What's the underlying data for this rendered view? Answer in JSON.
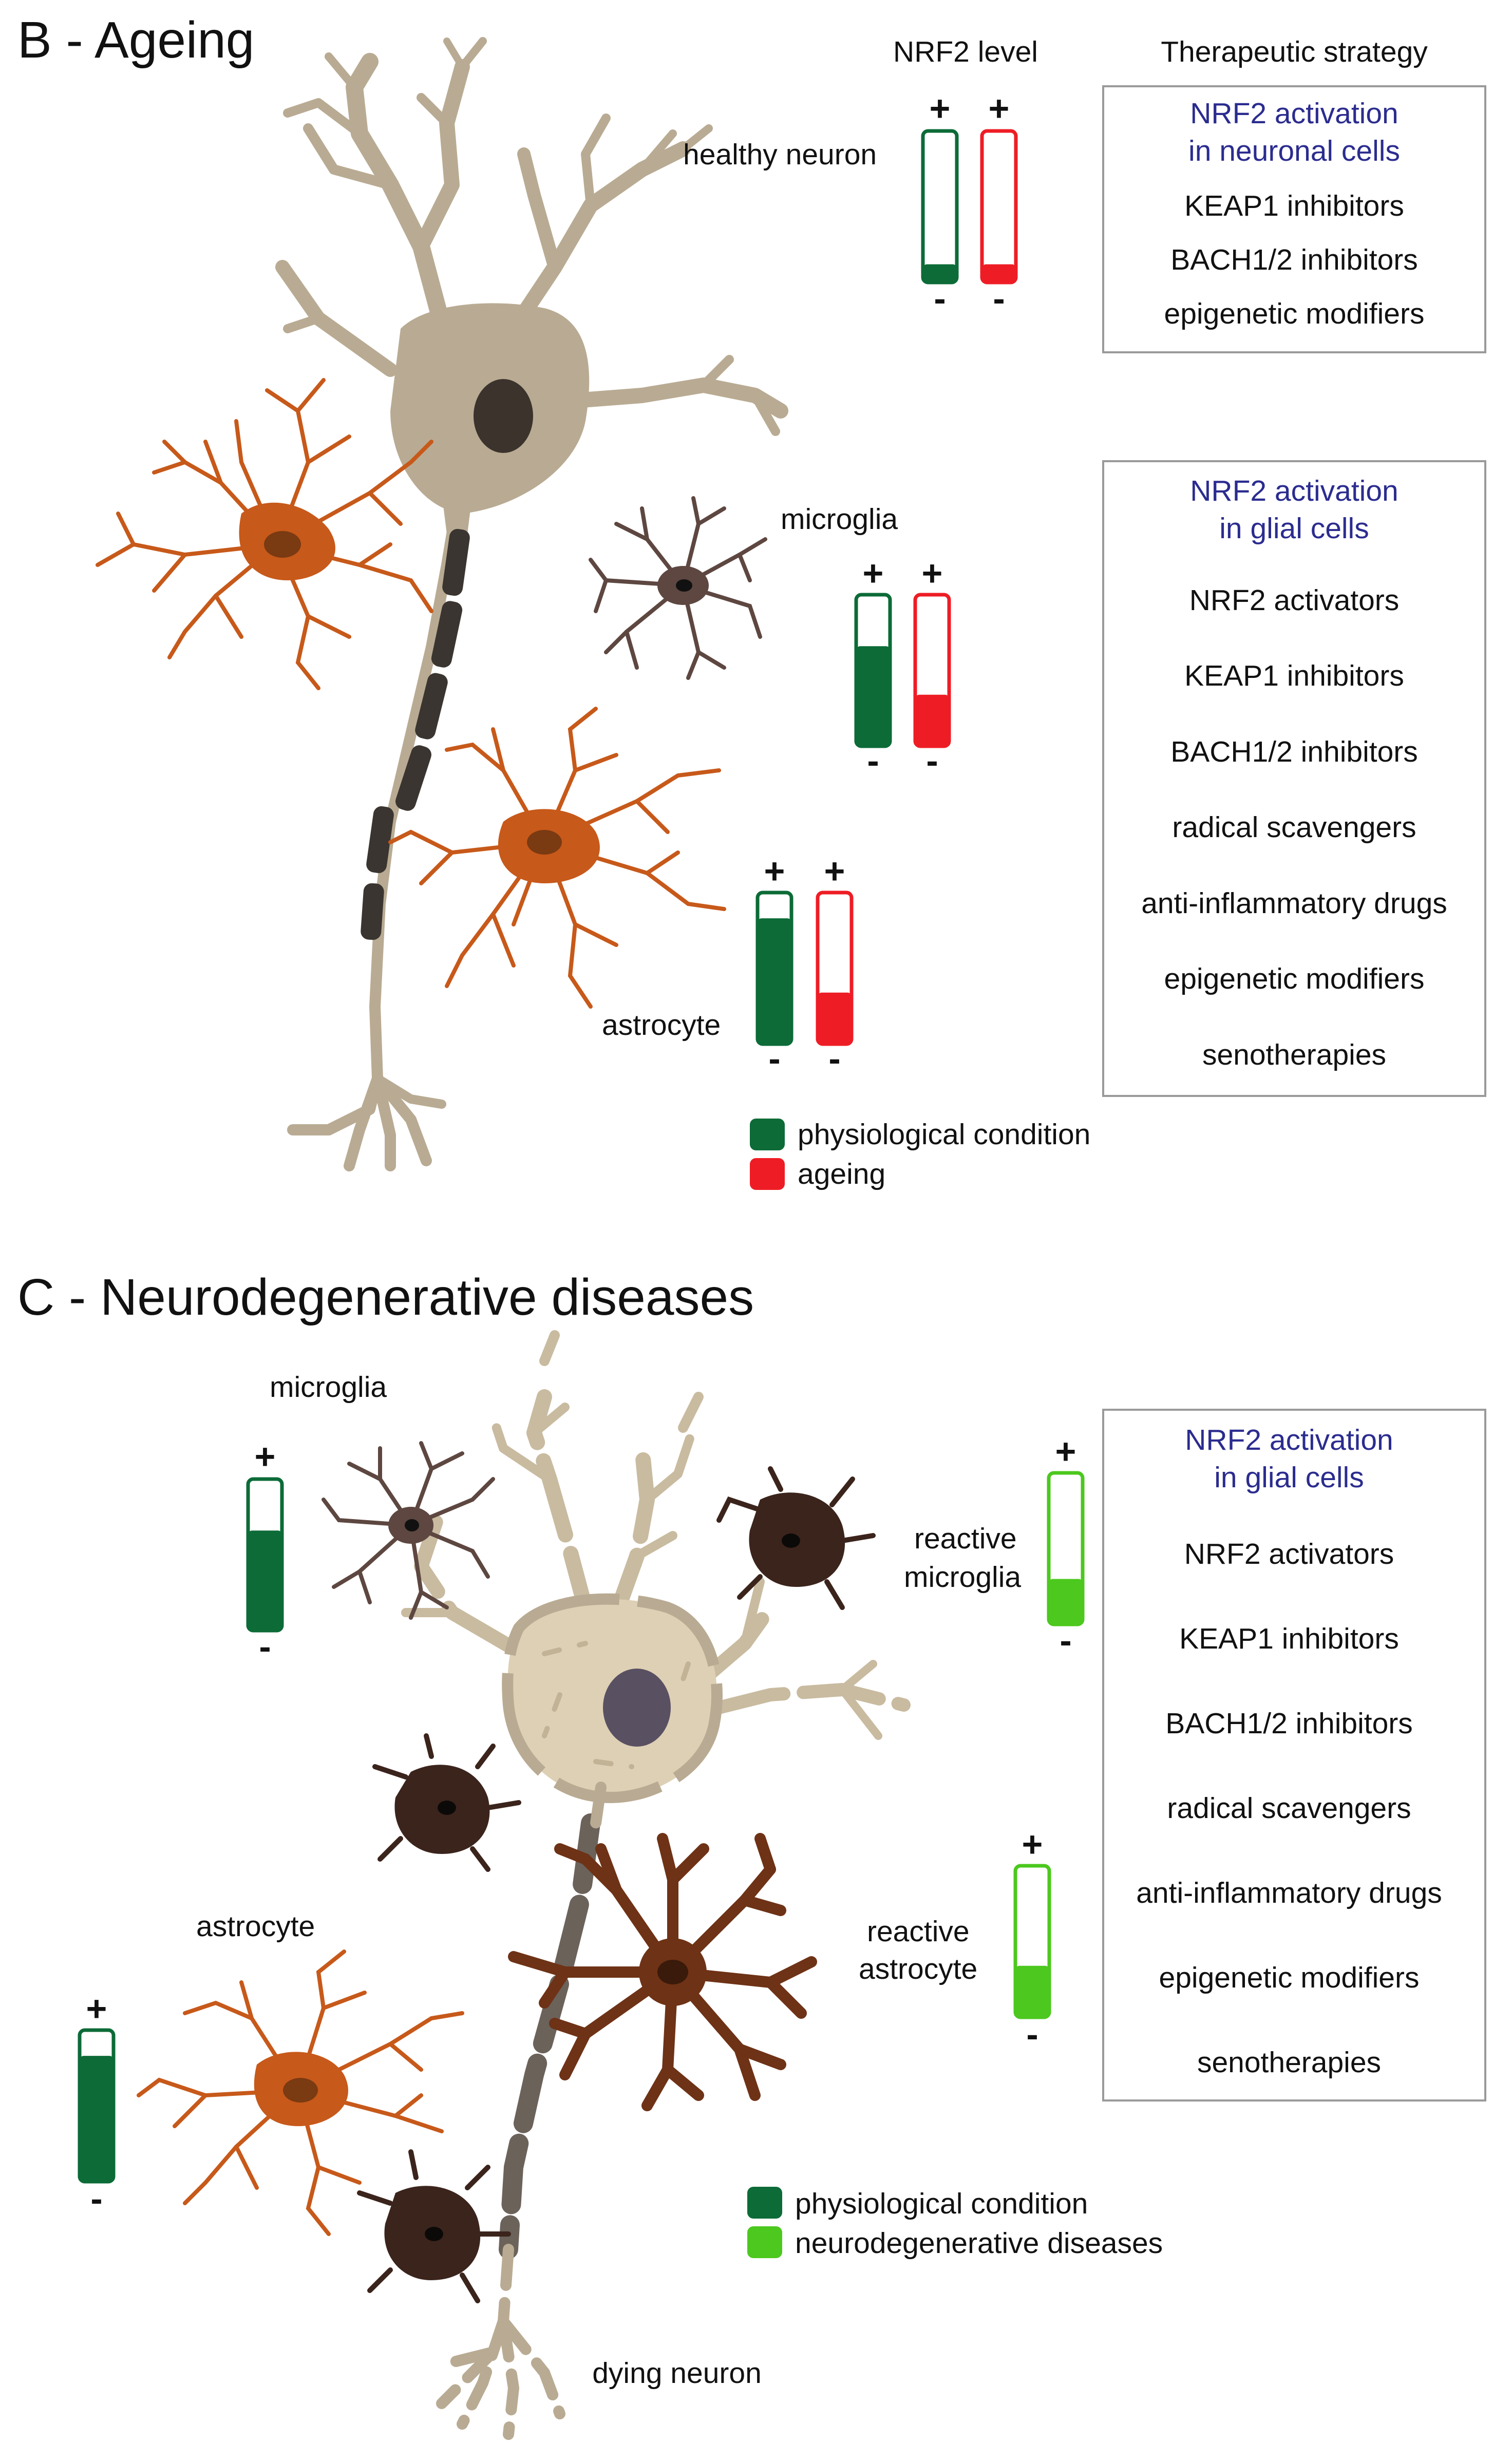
{
  "panel_b": {
    "title": "B - Ageing",
    "header_level": "NRF2 level",
    "header_strategy": "Therapeutic strategy",
    "cells": [
      {
        "label": "healthy neuron",
        "physiological": 0.12,
        "ageing": 0.12
      },
      {
        "label": "microglia",
        "physiological": 0.66,
        "ageing": 0.34
      },
      {
        "label": "astrocyte",
        "physiological": 0.83,
        "ageing": 0.34
      }
    ],
    "box_neuronal": {
      "title_1": "NRF2 activation",
      "title_2": "in neuronal cells",
      "items": [
        "KEAP1 inhibitors",
        "BACH1/2 inhibitors",
        "epigenetic modifiers"
      ]
    },
    "box_glial": {
      "title_1": "NRF2 activation",
      "title_2": "in glial cells",
      "items": [
        "NRF2 activators",
        "KEAP1 inhibitors",
        "BACH1/2 inhibitors",
        "radical scavengers",
        "anti-inflammatory drugs",
        "epigenetic modifiers",
        "senotherapies"
      ]
    },
    "legend": [
      {
        "label": "physiological condition",
        "color": "#0c6b37"
      },
      {
        "label": "ageing",
        "color": "#ee1d25"
      }
    ]
  },
  "panel_c": {
    "title": "C - Neurodegenerative diseases",
    "cells": [
      {
        "label": "microglia",
        "level": 0.66,
        "kind": "physiological"
      },
      {
        "label_1": "reactive",
        "label_2": "microglia",
        "level": 0.3,
        "kind": "disease"
      },
      {
        "label": "astrocyte",
        "level": 0.83,
        "kind": "physiological"
      },
      {
        "label_1": "reactive",
        "label_2": "astrocyte",
        "level": 0.34,
        "kind": "disease"
      },
      {
        "label": "dying neuron"
      }
    ],
    "box_glial": {
      "title_1": "NRF2 activation",
      "title_2": "in glial cells",
      "items": [
        "NRF2 activators",
        "KEAP1 inhibitors",
        "BACH1/2 inhibitors",
        "radical scavengers",
        "anti-inflammatory drugs",
        "epigenetic modifiers",
        "senotherapies"
      ]
    },
    "legend": [
      {
        "label": "physiological condition",
        "color": "#0c6b37"
      },
      {
        "label": "neurodegenerative diseases",
        "color": "#4cc81e"
      }
    ]
  },
  "symbols": {
    "plus": "+",
    "minus": "-"
  },
  "colors": {
    "neuron_body": "#b9ab93",
    "nucleus": "#3b332c",
    "myelin": "#3a3530",
    "astrocyte": "#c7591a",
    "astrocyte_nucleus": "#7a3a12",
    "microglia": "#5d4740",
    "reactive_glia": "#3b241c",
    "reactive_astrocyte": "#6e3216",
    "dying_neuron_body": "#ddd0b5",
    "dying_neuron_nucleus": "#595062"
  }
}
